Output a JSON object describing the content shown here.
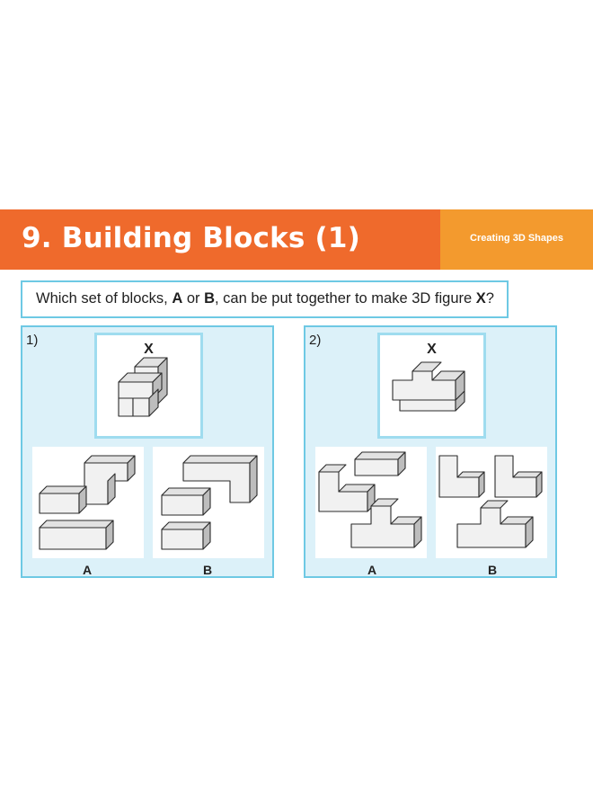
{
  "header": {
    "title": "9. Building Blocks (1)",
    "subtitle": "Creating 3D Shapes",
    "colors": {
      "main": "#ef6a2c",
      "side": "#f39a2e"
    }
  },
  "question": {
    "pre": "Which set of blocks, ",
    "a": "A",
    "or": " or ",
    "b": "B",
    "mid": ", can be put together to make 3D figure ",
    "x": "X",
    "post": "?"
  },
  "puzzles": [
    {
      "number": "1)",
      "target_label": "X",
      "option_a_label": "A",
      "option_b_label": "B"
    },
    {
      "number": "2)",
      "target_label": "X",
      "option_a_label": "A",
      "option_b_label": "B"
    }
  ],
  "colors": {
    "accent_border": "#6ec9e4",
    "panel_bg": "#dcf1f9",
    "block_front": "#f1f1f1",
    "block_top": "#e2e2e2",
    "block_side": "#bdbdbd"
  }
}
